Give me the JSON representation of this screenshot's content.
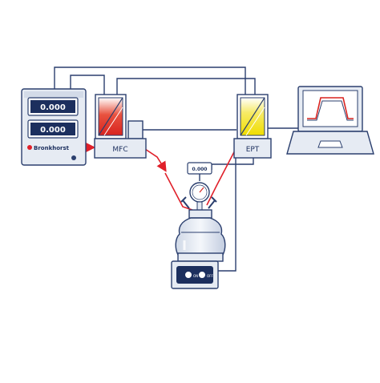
{
  "readout": {
    "display1": "0.000",
    "display2": "0.000",
    "brand": "Bronkhorst",
    "gauge_display": "0.000"
  },
  "devices": {
    "mfc_label": "MFC",
    "ept_label": "EPT"
  },
  "hotplate": {
    "left_label": "ON",
    "right_label": "OFF"
  },
  "colors": {
    "line": "#2b3f6e",
    "gas_line": "#e0202a",
    "panel": "#e6ebf3",
    "screen": "#1c2f5e",
    "mfc_fill": "#d8231f",
    "ept_fill": "#f0dd00"
  },
  "icons": [
    "power-supply-readout",
    "mass-flow-controller",
    "pressure-transmitter",
    "laptop",
    "pressure-gauge",
    "reactor-vessel",
    "hotplate-stirrer"
  ]
}
